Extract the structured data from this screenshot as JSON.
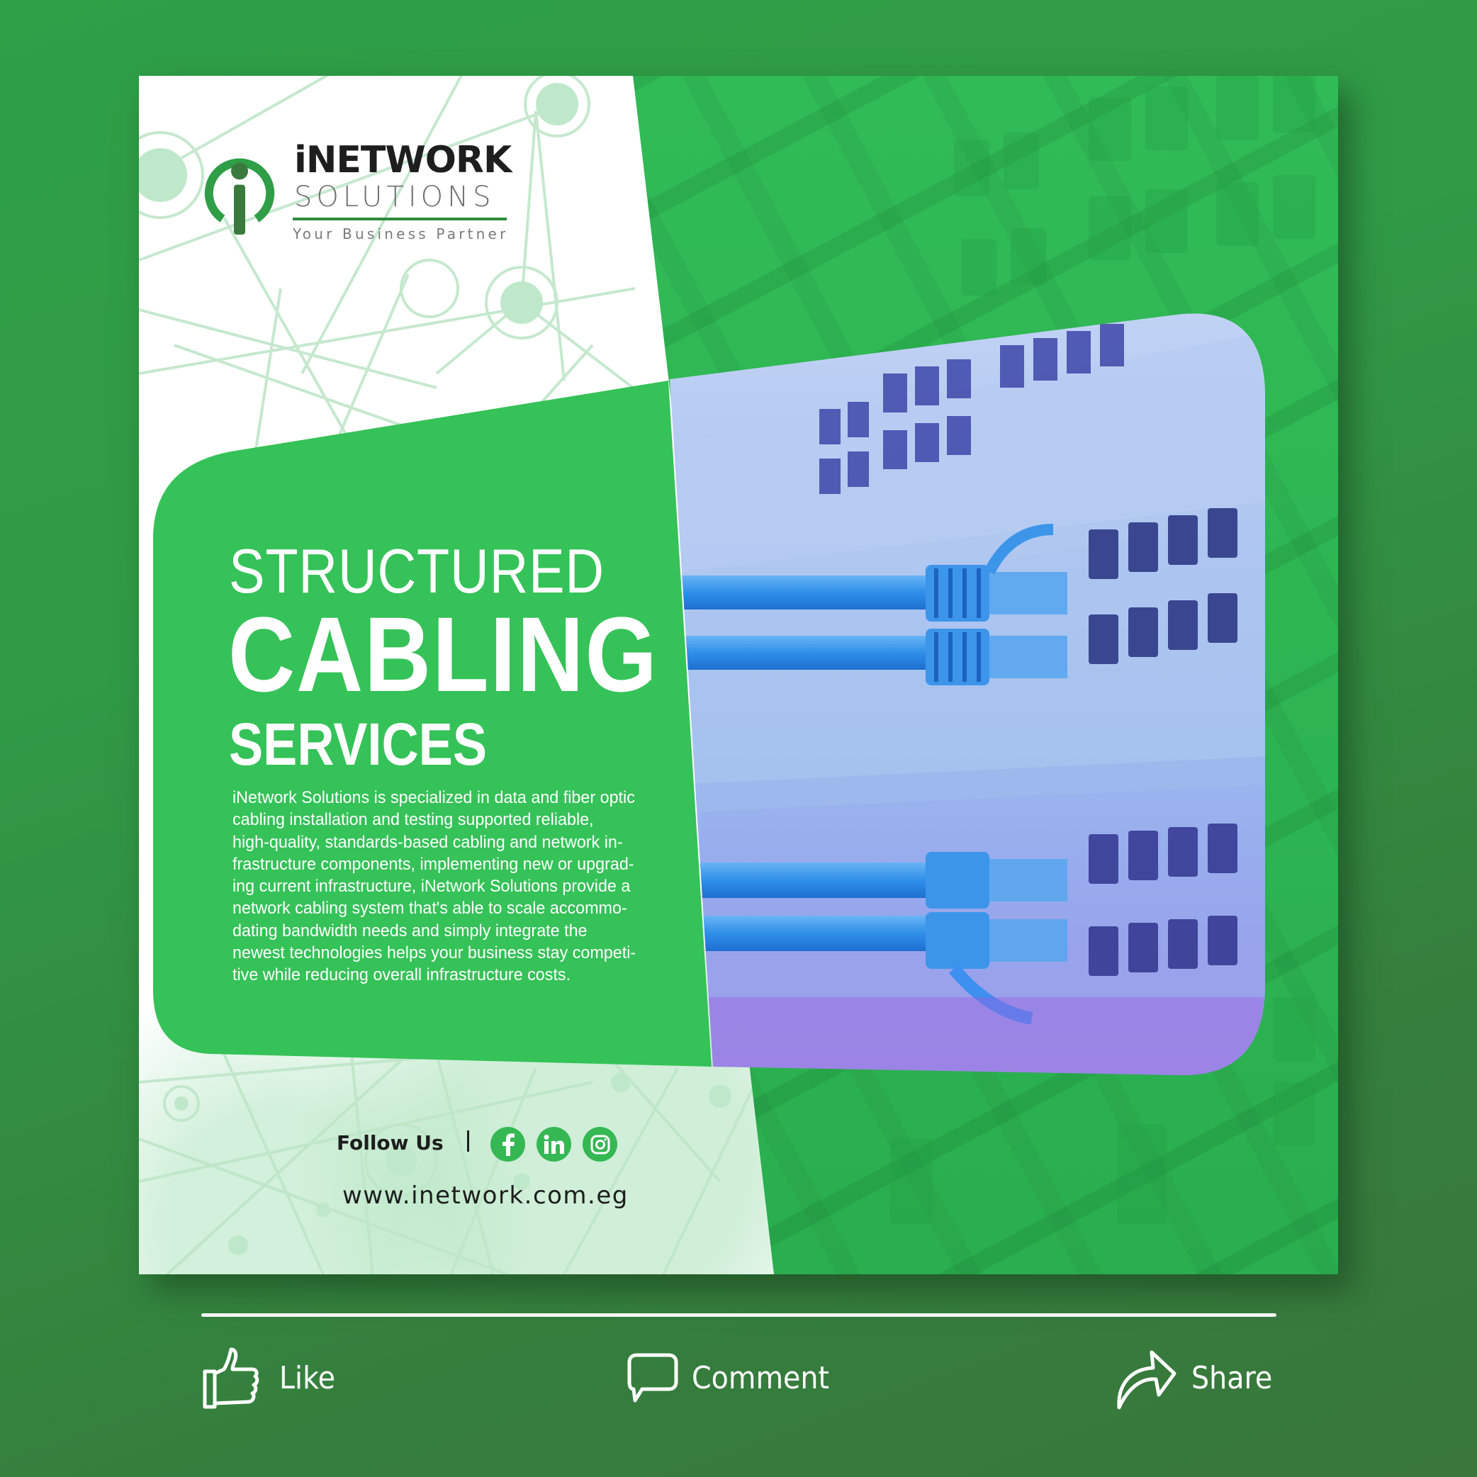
{
  "brand": {
    "name": "iNETWORK",
    "subtitle": "SOLUTIONS",
    "tagline": "Your Business Partner",
    "colors": {
      "primary_green": "#35c058",
      "dark_green": "#2f8b3d",
      "logo_dark": "#3a7a3e",
      "background": "#2f9e47",
      "text_dark": "#1d1d1d"
    }
  },
  "headline": {
    "line1": "STRUCTURED",
    "line2": "CABLING",
    "line3": "SERVICES"
  },
  "body": {
    "lines": [
      "iNetwork Solutions is specialized in data and fiber optic",
      "cabling installation and testing supported reliable,",
      "high-quality, standards-based cabling and network in-",
      "frastructure components, implementing new or upgrad-",
      "ing current infrastructure, iNetwork Solutions provide a",
      "network cabling system that's able to scale accommo-",
      "dating bandwidth needs and simply integrate the",
      "newest technologies helps your business stay competi-",
      "tive while reducing overall infrastructure costs."
    ]
  },
  "follow": {
    "label": "Follow Us",
    "separator": "|",
    "socials": [
      {
        "name": "facebook",
        "icon": "facebook-icon",
        "glyph": "f"
      },
      {
        "name": "linkedin",
        "icon": "linkedin-icon",
        "glyph": "in"
      },
      {
        "name": "instagram",
        "icon": "instagram-icon",
        "glyph": ""
      }
    ]
  },
  "website": "www.inetwork.com.eg",
  "photo": {
    "subject": "blue network cables plugged into switch ports",
    "tint_colors": [
      "#8fb0f0",
      "#3b8fe8",
      "#8c5ee0"
    ]
  },
  "social_bar": {
    "actions": [
      {
        "label": "Like",
        "icon": "thumbs-up-icon"
      },
      {
        "label": "Comment",
        "icon": "speech-bubble-icon"
      },
      {
        "label": "Share",
        "icon": "share-arrow-icon"
      }
    ]
  }
}
